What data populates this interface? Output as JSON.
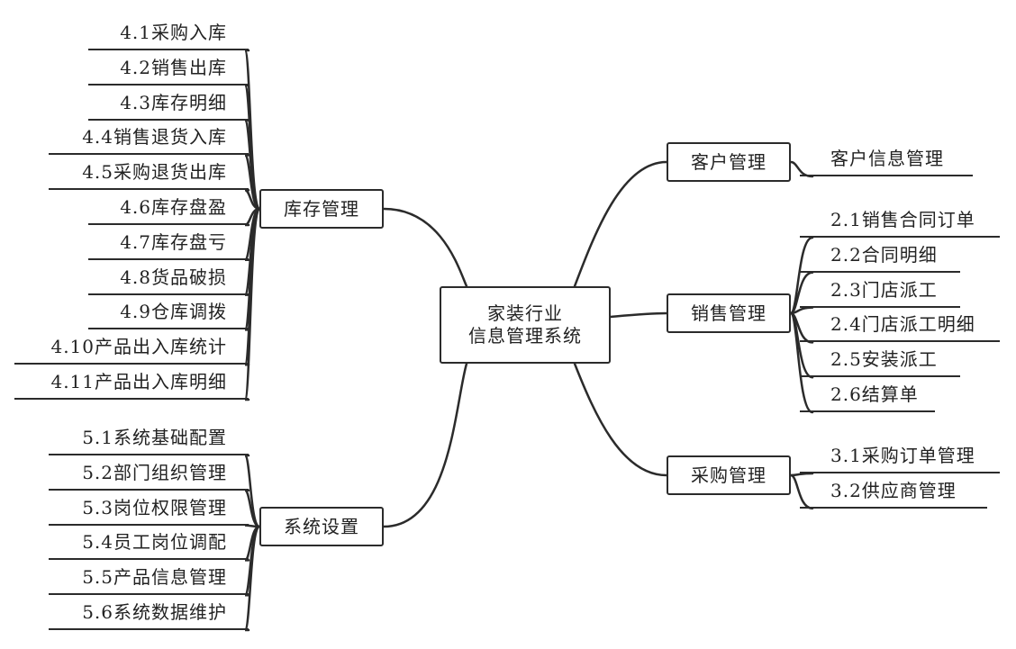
{
  "mindmap": {
    "center": {
      "line1": "家装行业",
      "line2": "信息管理系统"
    },
    "inventory": {
      "title": "库存管理",
      "items": [
        "4.1采购入库",
        "4.2销售出库",
        "4.3库存明细",
        "4.4销售退货入库",
        "4.5采购退货出库",
        "4.6库存盘盈",
        "4.7库存盘亏",
        "4.8货品破损",
        "4.9仓库调拨",
        "4.10产品出入库统计",
        "4.11产品出入库明细"
      ]
    },
    "settings": {
      "title": "系统设置",
      "items": [
        "5.1系统基础配置",
        "5.2部门组织管理",
        "5.3岗位权限管理",
        "5.4员工岗位调配",
        "5.5产品信息管理",
        "5.6系统数据维护"
      ]
    },
    "customer": {
      "title": "客户管理",
      "items": [
        "客户信息管理"
      ]
    },
    "sales": {
      "title": "销售管理",
      "items": [
        "2.1销售合同订单",
        "2.2合同明细",
        "2.3门店派工",
        "2.4门店派工明细",
        "2.5安装派工",
        "2.6结算单"
      ]
    },
    "purchase": {
      "title": "采购管理",
      "items": [
        "3.1采购订单管理",
        "3.2供应商管理"
      ]
    }
  },
  "colors": {
    "line": "#2b2b2b",
    "text": "#222222",
    "background": "#ffffff"
  }
}
